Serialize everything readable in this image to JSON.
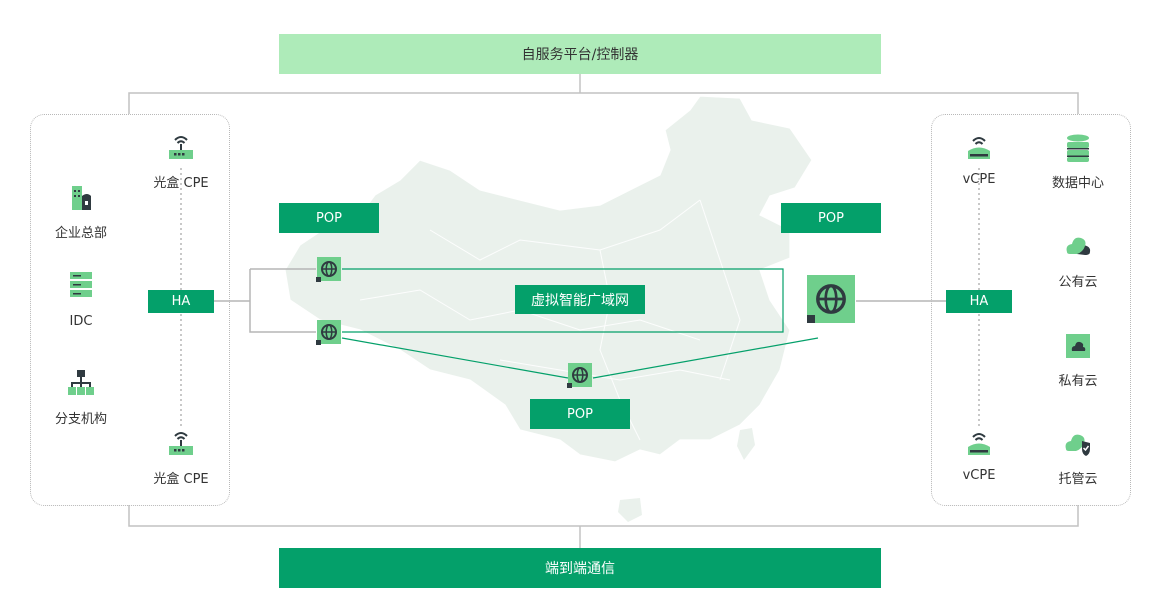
{
  "top_bar": {
    "label": "自服务平台/控制器"
  },
  "bottom_bar": {
    "label": "端到端通信"
  },
  "center_label": "虚拟智能广域网",
  "pop_labels": [
    "POP",
    "POP",
    "POP"
  ],
  "ha_labels": [
    "HA",
    "HA"
  ],
  "left_panel": {
    "sites": [
      "企业总部",
      "IDC",
      "分支机构"
    ],
    "cpe_top": "光盒 CPE",
    "cpe_bottom": "光盒 CPE"
  },
  "right_panel": {
    "vcpe_top": "vCPE",
    "vcpe_bottom": "vCPE",
    "clouds": [
      "数据中心",
      "公有云",
      "私有云",
      "托管云"
    ]
  },
  "colors": {
    "dark_green": "#04a06a",
    "light_green": "#aeebb9",
    "icon_green": "#6fcf8c",
    "icon_dark": "#2f3a40",
    "map": "#eaf1ec",
    "line": "#c2c2c2"
  },
  "icons": [
    "router-icon",
    "building-icon",
    "server-rack-icon",
    "org-chart-icon",
    "globe-icon",
    "database-icon",
    "cloud-icon",
    "private-cloud-icon",
    "managed-cloud-icon"
  ]
}
